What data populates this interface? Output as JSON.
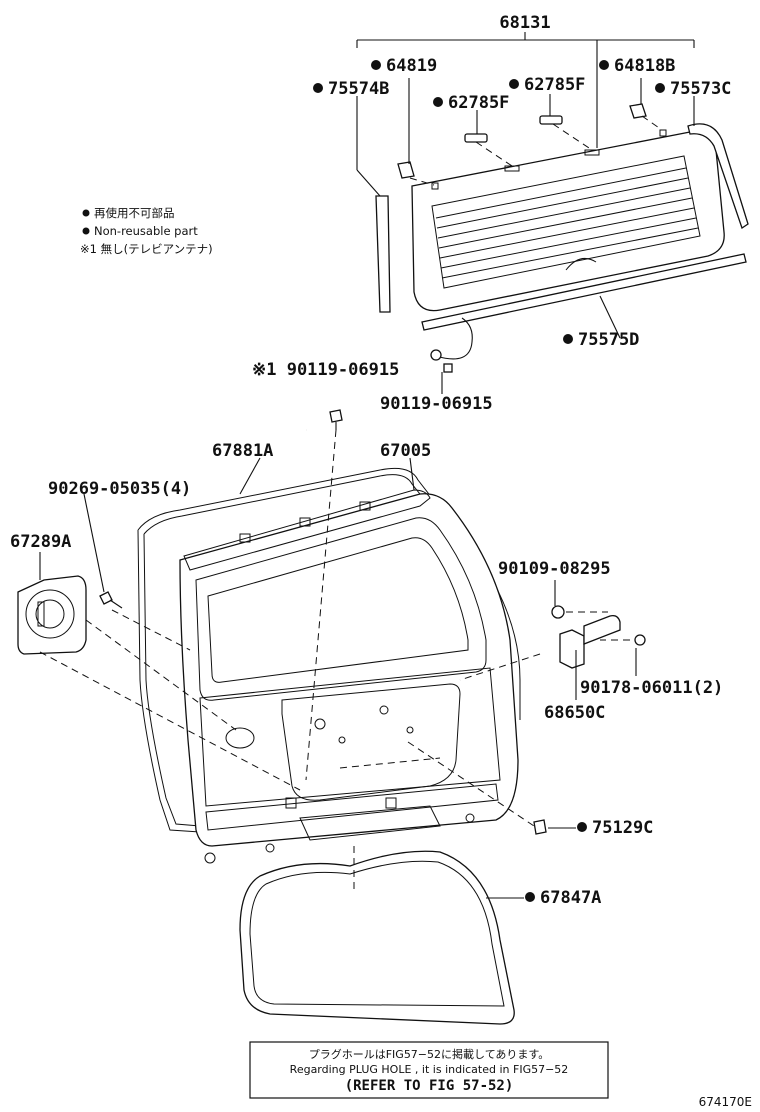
{
  "labels": {
    "p68131": "68131",
    "p64819": "64819",
    "p64818B": "64818B",
    "p75574B": "75574B",
    "p62785F_left": "62785F",
    "p62785F_right": "62785F",
    "p75573C": "75573C",
    "p75575D": "75575D",
    "p90119_top": "※1 90119-06915",
    "p90119_bottom": "90119-06915",
    "p67881A": "67881A",
    "p67005": "67005",
    "p90269": "90269-05035(4)",
    "p67289A": "67289A",
    "p90109": "90109-08295",
    "p90178": "90178-06011(2)",
    "p68650C": "68650C",
    "p75129C": "75129C",
    "p67847A": "67847A"
  },
  "legend": {
    "line1": "再使用不可部品",
    "line2": "Non-reusable part",
    "line3": "※1 無し(テレビアンテナ)"
  },
  "note": {
    "jp": "プラグホールはFIG57−52に掲載してあります。",
    "en": "Regarding PLUG HOLE , it is indicated in FIG57−52",
    "ref": "(REFER TO FIG 57-52)"
  },
  "figure_id": "674170E"
}
